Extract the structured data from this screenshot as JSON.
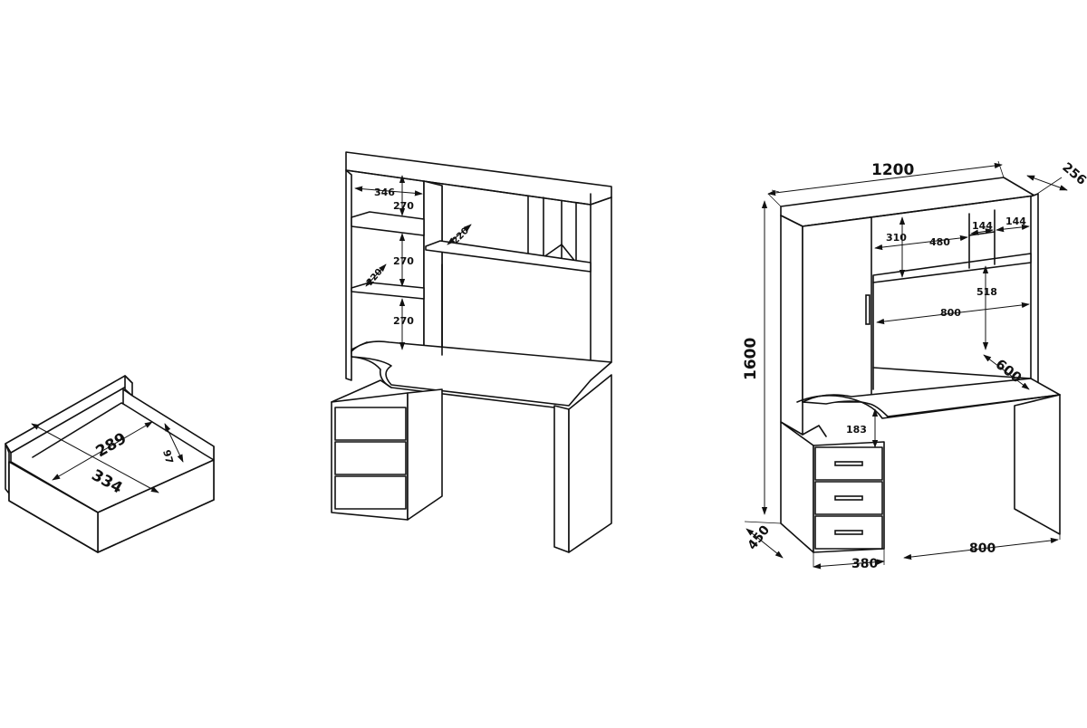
{
  "views": {
    "drawer": {
      "dimensions": {
        "inner_depth": "289",
        "outer_depth": "334",
        "inner_height": "97"
      }
    },
    "desk_iso": {
      "dimensions": {
        "shelf_width": "346",
        "shelf_gap_1": "270",
        "shelf_gap_2": "270",
        "shelf_gap_3": "270",
        "shelf_depth_left": "220",
        "shelf_depth_center": "220"
      }
    },
    "desk_front": {
      "dimensions": {
        "total_width": "1200",
        "top_depth": "256",
        "total_height": "1600",
        "niche_height": "310",
        "niche_width": "480",
        "cell_width_1": "144",
        "cell_width_2": "144",
        "upper_clearance": "518",
        "inner_width": "800",
        "desk_depth": "600",
        "drawer_gap": "183",
        "base_depth": "450",
        "pedestal_width": "380",
        "leg_width": "800"
      }
    }
  }
}
